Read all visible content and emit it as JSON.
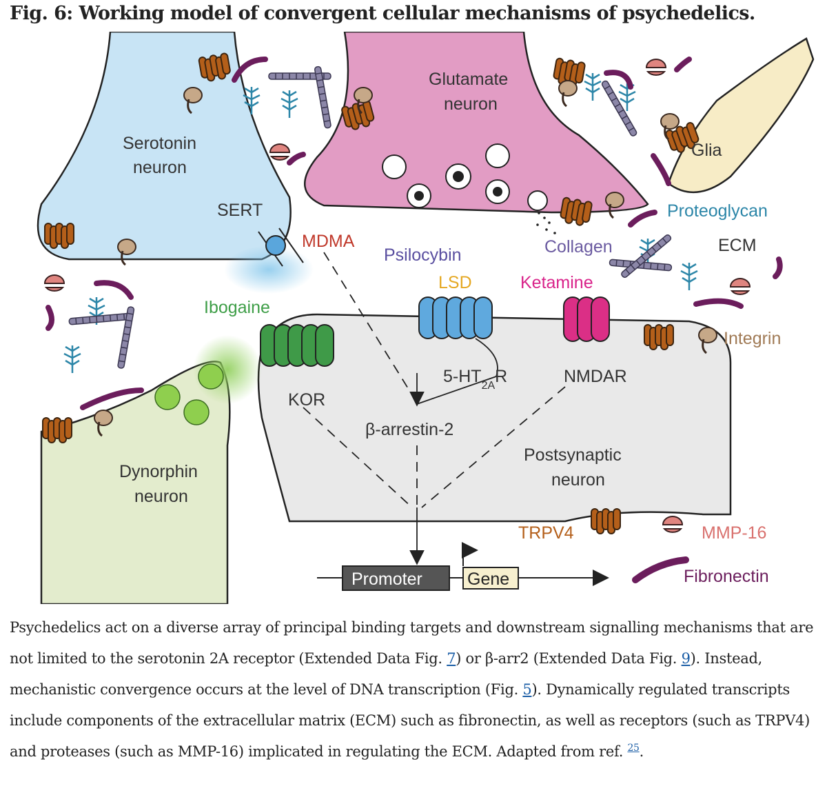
{
  "figure": {
    "title": "Fig. 6: Working model of convergent cellular mechanisms of psychedelics.",
    "labels": {
      "serotonin_neuron_1": "Serotonin",
      "serotonin_neuron_2": "neuron",
      "glutamate_neuron_1": "Glutamate",
      "glutamate_neuron_2": "neuron",
      "glia": "Glia",
      "sert": "SERT",
      "mdma": "MDMA",
      "psilocybin": "Psilocybin",
      "lsd": "LSD",
      "ketamine": "Ketamine",
      "ibogaine": "Ibogaine",
      "kor": "KOR",
      "receptor_5ht_main": "5-HT",
      "receptor_5ht_sub": "2A",
      "receptor_5ht_end": "R",
      "nmdar": "NMDAR",
      "beta_arrestin": "β-arrestin-2",
      "postsynaptic_1": "Postsynaptic",
      "postsynaptic_2": "neuron",
      "dynorphin_1": "Dynorphin",
      "dynorphin_2": "neuron",
      "proteoglycan": "Proteoglycan",
      "collagen": "Collagen",
      "ecm": "ECM",
      "integrin": "Integrin",
      "trpv4": "TRPV4",
      "mmp16": "MMP-16",
      "fibronectin": "Fibronectin",
      "promoter": "Promoter",
      "gene": "Gene"
    },
    "colors": {
      "serotonin_neuron": "#c8e4f5",
      "glutamate_neuron": "#e29cc4",
      "glia": "#f7ecc6",
      "dynorphin_neuron": "#e3eccd",
      "postsynaptic_neuron": "#e9e9e9",
      "mdma": "#c0392b",
      "psilocybin": "#5a4fa0",
      "lsd": "#e5a823",
      "ketamine": "#d9238a",
      "ibogaine": "#3e9e47",
      "proteoglycan": "#2c86a8",
      "collagen": "#6a5aa0",
      "integrin": "#a07a55",
      "trpv4": "#b45f1a",
      "mmp16": "#d9716e",
      "fibronectin": "#6b1d5c",
      "receptor_5ht2a": "#5fa9de",
      "receptor_kor": "#3f9a48",
      "receptor_nmdar": "#db2f86"
    }
  },
  "caption": {
    "part1": "Psychedelics act on a diverse array of principal binding targets and downstream signalling mechanisms that are not limited to the serotonin 2A receptor (Extended Data Fig. ",
    "ref1": "7",
    "part2": ") or β-arr2 (Extended Data Fig. ",
    "ref2": "9",
    "part3": "). Instead, mechanistic convergence occurs at the level of DNA transcription (Fig. ",
    "ref3": "5",
    "part4": "). Dynamically regulated transcripts include components of the extracellular matrix (ECM) such as fibronectin, as well as receptors (such as TRPV4) and proteases (such as MMP-16) implicated in regulating the ECM. Adapted from ref. ",
    "ref4": "25",
    "part5": "."
  }
}
